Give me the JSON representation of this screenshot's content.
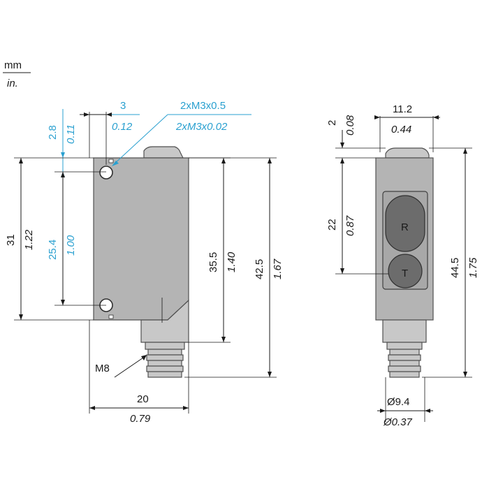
{
  "units": {
    "primary": "mm",
    "secondary": "in."
  },
  "side_view": {
    "hole_spec_mm": "2xM3x0.5",
    "hole_spec_in": "2xM3x0.02",
    "hole_offset_top_mm": "2.8",
    "hole_offset_top_in": "0.11",
    "hole_offset_side_mm": "3",
    "hole_offset_side_in": "0.12",
    "hole_spacing_mm": "25.4",
    "hole_spacing_in": "1.00",
    "body_height_mm": "31",
    "body_height_in": "1.22",
    "height_to_connector_mm": "35.5",
    "height_to_connector_in": "1.40",
    "overall_height_mm": "42.5",
    "overall_height_in": "1.67",
    "connector_label": "M8",
    "width_mm": "20",
    "width_in": "0.79"
  },
  "front_view": {
    "lens_top_mm": "2",
    "lens_top_in": "0.08",
    "lens_width_mm": "11.2",
    "lens_width_in": "0.44",
    "window_height_mm": "22",
    "window_height_in": "0.87",
    "overall_height_mm": "44.5",
    "overall_height_in": "1.75",
    "diameter_mm": "Ø9.4",
    "diameter_in": "Ø0.37",
    "receiver_label": "R",
    "transmitter_label": "T"
  }
}
